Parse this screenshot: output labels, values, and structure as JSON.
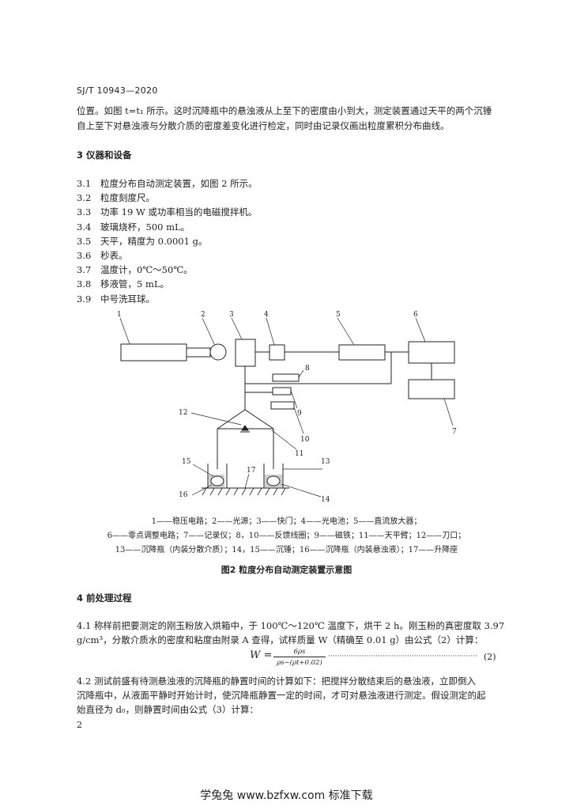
{
  "header": {
    "standard_no": "SJ/T 10943—2020"
  },
  "intro": {
    "line1": "位置。如图 t=t₁ 所示。这时沉降瓶中的悬浊液从上至下的密度由小到大，测定装置通过天平的两个沉锤",
    "line2": "自上至下对悬浊液与分散介质的密度差变化进行检定，同时由记录仪画出粒度累积分布曲线。"
  },
  "section3": {
    "title": "3   仪器和设备",
    "items": [
      {
        "num": "3.1",
        "text": "粒度分布自动测定装置，如图 2 所示。"
      },
      {
        "num": "3.2",
        "text": "粒度刻度尺。"
      },
      {
        "num": "3.3",
        "text": "功率 19 W 或功率相当的电磁搅拌机。"
      },
      {
        "num": "3.4",
        "text": "玻璃烧杯，500 mL。"
      },
      {
        "num": "3.5",
        "text": "天平，精度为 0.0001 g。"
      },
      {
        "num": "3.6",
        "text": "秒表。"
      },
      {
        "num": "3.7",
        "text": "温度计，0℃～50℃。"
      },
      {
        "num": "3.8",
        "text": "移液管，5 mL。"
      },
      {
        "num": "3.9",
        "text": "中号洗耳球。"
      }
    ]
  },
  "figure": {
    "labels": [
      "1",
      "2",
      "3",
      "4",
      "5",
      "6",
      "7",
      "8",
      "9",
      "10",
      "11",
      "12",
      "13",
      "14",
      "15",
      "16",
      "17"
    ],
    "legend_line1": "1——稳压电路；2——光源；3——快门；4——光电池；5——直流放大器；",
    "legend_line2": "6——零点调整电路；7——记录仪；8，10——反馈线圈；9——磁铁；11——天平臂；12——刀口；",
    "legend_line3": "13——沉降瓶（内装分散介质）；14，15——沉锤；16——沉降瓶（内装悬浊液）；17——升降座",
    "title": "图2   粒度分布自动测定装置示意图"
  },
  "section4": {
    "title": "4   前处理过程",
    "p41_line1": "4.1   称样前把要测定的刚玉粉放入烘箱中，于 100℃～120℃ 温度下，烘干 2 h。刚玉粉的真密度取 3.97",
    "p41_line2": "g/cm³，分散介质水的密度和粘度由附录 A 查得，试样质量 W（精确至 0.01 g）由公式（2）计算：",
    "formula_lhs": "W =",
    "formula_num": "6ρs",
    "formula_den": "ρs−(ρt+0.02)",
    "formula_dots": "··································································",
    "formula_no": "(2)",
    "p42_line1": "4.2   测试前盛有待测悬浊液的沉降瓶的静置时间的计算如下：把搅拌分散结束后的悬浊液，立即倒入",
    "p42_line2": "沉降瓶中，从液面平静时开始计时，使沉降瓶静置一定的时间，才可对悬浊液进行测定。假设测定的起",
    "p42_line3": "始直径为 d₀，则静置时间由公式（3）计算："
  },
  "page_number": "2",
  "footer": "学兔兔  www.bzfxw.com  标准下载"
}
